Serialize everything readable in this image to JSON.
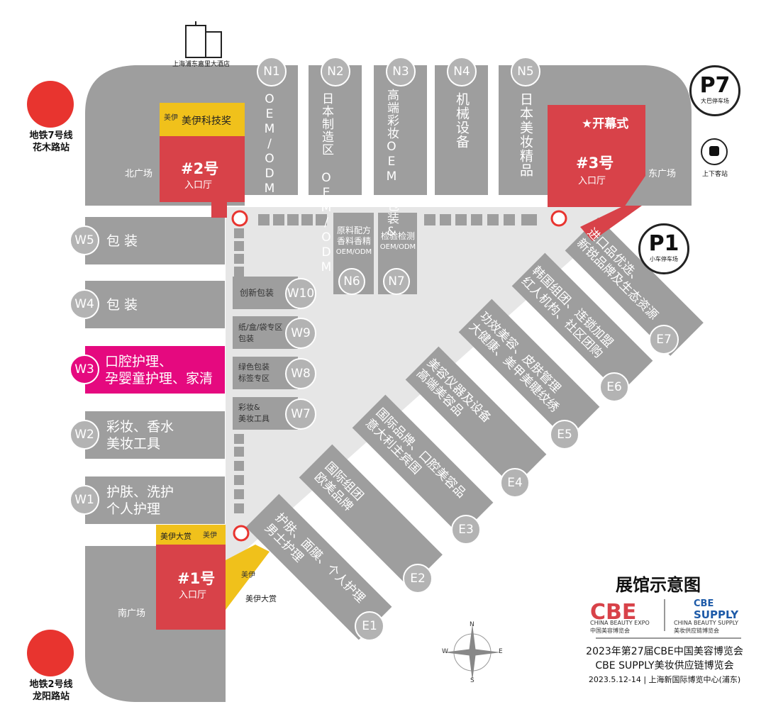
{
  "hotel": {
    "label": "上海浦东嘉里大酒店"
  },
  "subway_top": {
    "line": "地铁7号线",
    "station": "花木路站"
  },
  "subway_bottom": {
    "line": "地铁2号线",
    "station": "龙阳路站"
  },
  "parking_p7": {
    "code": "P7",
    "desc": "大巴停车场"
  },
  "parking_p1": {
    "code": "P1",
    "desc": "小车停车场"
  },
  "bus_stop": {
    "label": "上下客站"
  },
  "plazas": {
    "north": "北广场",
    "east": "东广场",
    "south": "南广场"
  },
  "entrances": {
    "e2": {
      "num": "#2号",
      "name": "入口厅"
    },
    "e3": {
      "num": "#3号",
      "name": "入口厅"
    },
    "e1": {
      "num": "#1号",
      "name": "入口厅"
    }
  },
  "awards": {
    "tech": "美伊科技奖",
    "opening": "★开幕式",
    "grand_left": "美伊大赏",
    "grand_bottom": "美伊大赏",
    "logo_text": "美伊"
  },
  "north_halls": [
    {
      "code": "N1",
      "text": "OEM/ODM"
    },
    {
      "code": "N2",
      "text": "日本制造区 OEM/ODM"
    },
    {
      "code": "N3",
      "text": "高端彩妆OEM 包装&"
    },
    {
      "code": "N4",
      "text": "机械设备"
    },
    {
      "code": "N5",
      "text": "日本美妆精品"
    }
  ],
  "n6": {
    "code": "N6",
    "line1": "原料配方",
    "line2": "香料香精",
    "line3": "OEM/ODM"
  },
  "n7": {
    "code": "N7",
    "line1": "检验检测",
    "line2": "OEM/ODM"
  },
  "west_halls": [
    {
      "code": "W5",
      "line1": "包 装",
      "line2": ""
    },
    {
      "code": "W4",
      "line1": "包 装",
      "line2": ""
    },
    {
      "code": "W3",
      "line1": "口腔护理、",
      "line2": "孕婴童护理、家清"
    },
    {
      "code": "W2",
      "line1": "彩妆、香水",
      "line2": "美妆工具"
    },
    {
      "code": "W1",
      "line1": "护肤、洗护",
      "line2": "个人护理"
    }
  ],
  "inner_w": [
    {
      "code": "W10",
      "line1": "创新包装",
      "line2": ""
    },
    {
      "code": "W9",
      "line1": "纸/盒/袋专区",
      "line2": "包装"
    },
    {
      "code": "W8",
      "line1": "绿色包装",
      "line2": "标签专区"
    },
    {
      "code": "W7",
      "line1": "彩妆&",
      "line2": "美妆工具"
    }
  ],
  "east_halls": [
    {
      "code": "E7",
      "line1": "进口品优选、",
      "line2": "新锐品牌及生态资源"
    },
    {
      "code": "E6",
      "line1": "韩国组团、连锁加盟",
      "line2": "红人机构、社区团购"
    },
    {
      "code": "E5",
      "line1": "功效美容、皮肤管理",
      "line2": "大健康、美甲美睫纹绣"
    },
    {
      "code": "E4",
      "line1": "美容仪器及设备",
      "line2": "高端美容品"
    },
    {
      "code": "E3",
      "line1": "国际品牌、口腔美容品",
      "line2": "意大利主宾国"
    },
    {
      "code": "E2",
      "line1": "国际组团",
      "line2": "欧美品牌"
    },
    {
      "code": "E1",
      "line1": "护肤、面膜、个人护理",
      "line2": "男士护理"
    }
  ],
  "legend": {
    "title": "展馆示意图",
    "cbe_brand": "CBE",
    "cbe_en": "CHINA BEAUTY EXPO",
    "cbe_cn": "中国美容博览会",
    "supply_brand_1": "CBE",
    "supply_brand_2": "SUPPLY",
    "supply_en": "CHINA BEAUTY SUPPLY",
    "supply_cn": "美妆供应链博览会",
    "line1": "2023年第27届CBE中国美容博览会",
    "line2": "CBE SUPPLY美妆供应链博览会",
    "line3": "2023.5.12-14 | 上海新国际博览中心(浦东)"
  },
  "compass": {
    "n": "N",
    "s": "S",
    "e": "E",
    "w": "W"
  },
  "colors": {
    "hall": "#9e9e9e",
    "light": "#e6e6e6",
    "red": "#d84249",
    "yellow": "#f0c11b",
    "magenta": "#e5097f",
    "subway": "#e8342f"
  }
}
